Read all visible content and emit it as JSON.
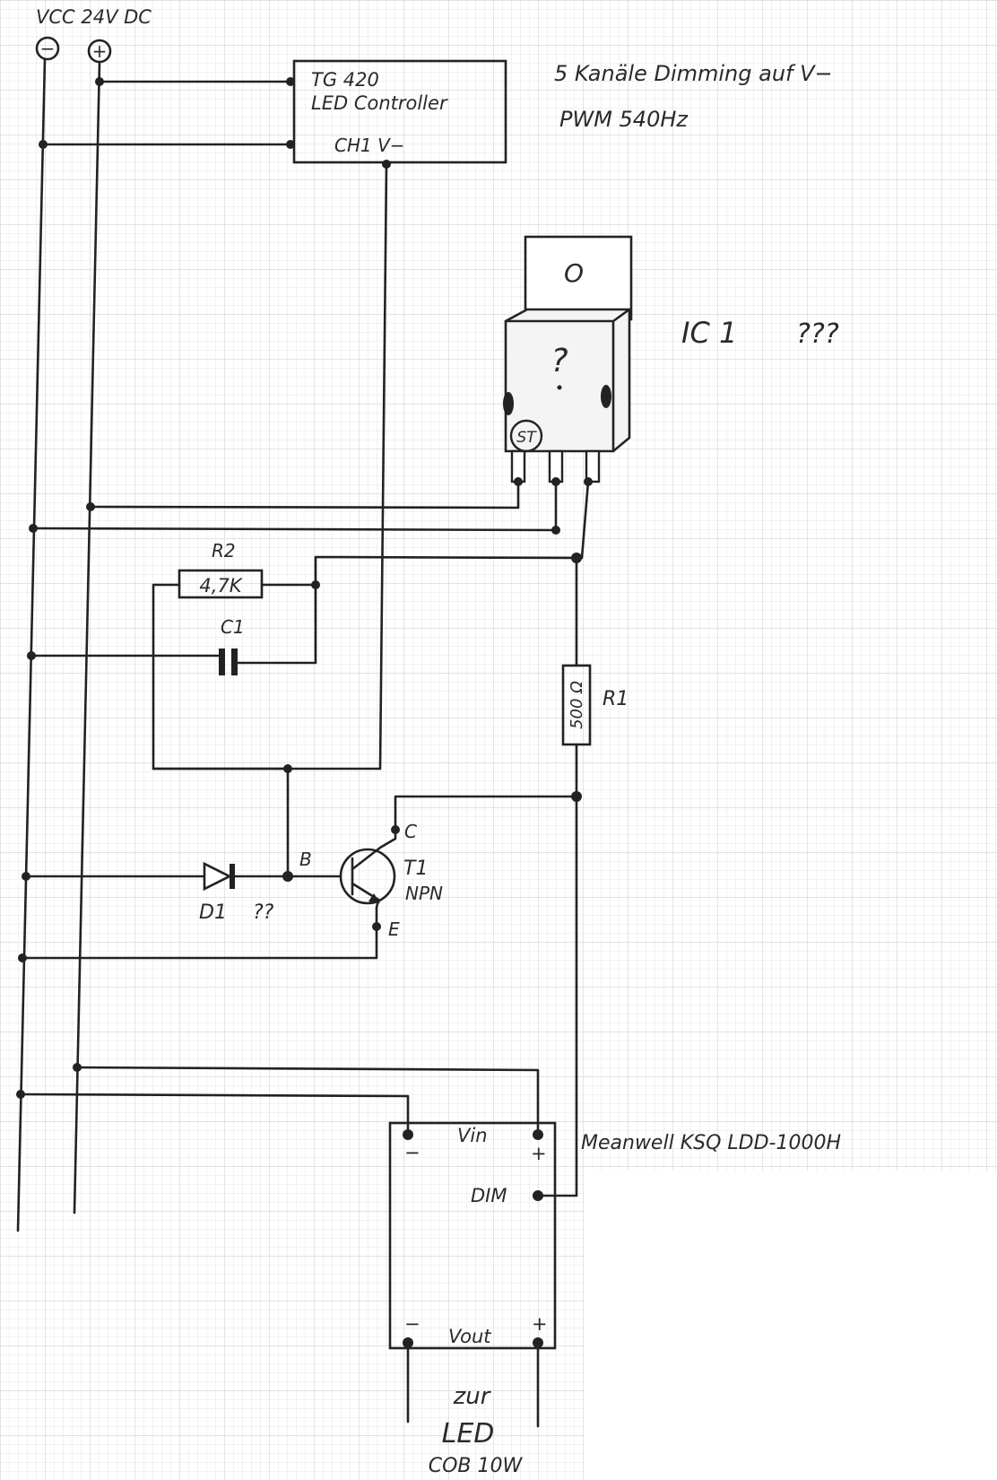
{
  "supply": {
    "label": "VCC 24V DC",
    "minus_symbol": "−",
    "plus_symbol": "+"
  },
  "controller": {
    "line1": "TG 420",
    "line2": "LED Controller",
    "pin": "CH1 V−"
  },
  "notes": {
    "line1": "5 Kanäle  Dimming  auf V−",
    "line2": "PWM  540Hz"
  },
  "ic1": {
    "label": "IC 1",
    "unknown": "???",
    "tab_hole": "O",
    "body_mark": "?",
    "st_logo": "ST"
  },
  "r2": {
    "label": "R2",
    "value": "4,7K"
  },
  "c1": {
    "label": "C1"
  },
  "r1": {
    "label": "R1",
    "value": "500 Ω"
  },
  "t1": {
    "label": "T1",
    "type": "NPN",
    "pin_c": "C",
    "pin_b": "B",
    "pin_e": "E"
  },
  "d1": {
    "label": "D1",
    "unknown": "??"
  },
  "driver": {
    "label": "Meanwell  KSQ    LDD-1000H",
    "vin": "Vin",
    "vout": "Vout",
    "dim": "DIM",
    "minus": "−",
    "plus": "+",
    "minus_out": "−",
    "plus_out": "+"
  },
  "output": {
    "line1": "zur",
    "line2": "LED",
    "line3": "COB 10W"
  }
}
